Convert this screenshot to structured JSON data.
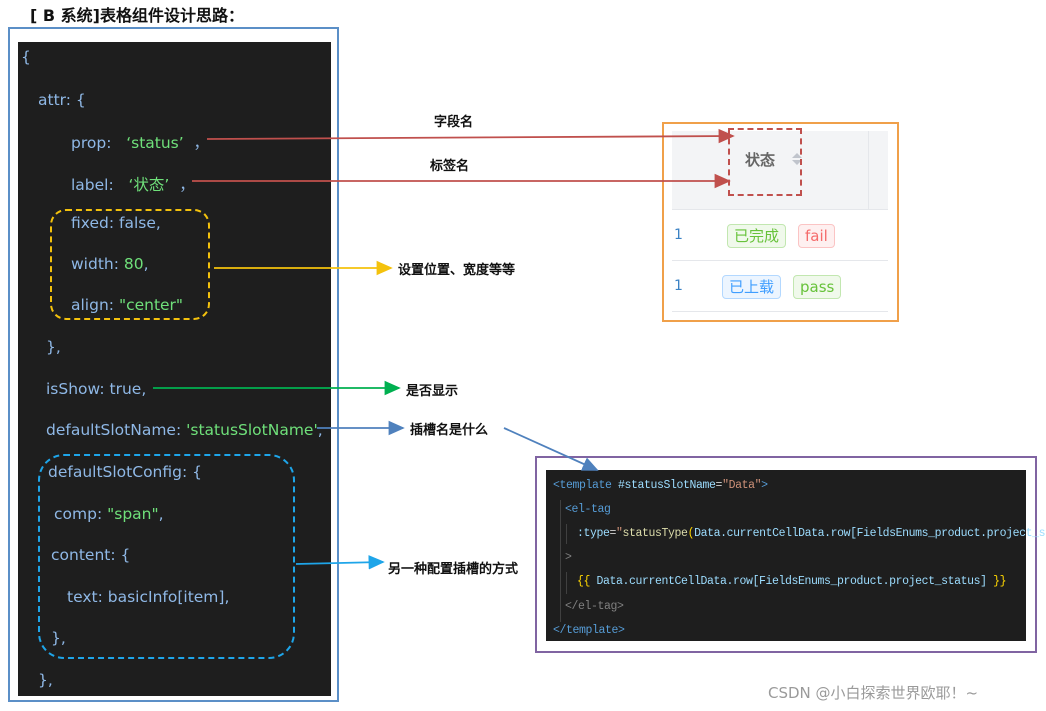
{
  "title": "[ B 系统]表格组件设计思路：",
  "code_lines": {
    "l1": "{",
    "l2": "attr: {",
    "l3_key": "prop:",
    "l3_val": "‘status’",
    "l3_end": "，",
    "l4_key": "label:",
    "l4_val": "‘状态’",
    "l4_end": "，",
    "l5_key": "fixed:",
    "l5_val": "false",
    "l5_end": ",",
    "l6_key": "width:",
    "l6_val": "80",
    "l6_end": ",",
    "l7_key": "align:",
    "l7_val": "\"center\"",
    "l8": "},",
    "l9_key": "isShow:",
    "l9_val": "true",
    "l9_end": ",",
    "l10_key": "defaultSlotName:",
    "l10_val": "'statusSlotName'",
    "l10_end": ",",
    "l11": "defaultSlotConfig: {",
    "l12_key": "comp:",
    "l12_val": "\"span\"",
    "l12_end": ",",
    "l13": "content: {",
    "l14_key": "text:",
    "l14_val": "basicInfo[item]",
    "l14_end": ",",
    "l15": "},",
    "l16": "},"
  },
  "annotations": {
    "field_name": "字段名",
    "label_name": "标签名",
    "position_width": "设置位置、宽度等等",
    "show": "是否显示",
    "slot_name": "插槽名是什么",
    "slot_config": "另一种配置插槽的方式"
  },
  "table_preview": {
    "header": "状态",
    "rows": [
      {
        "num": "1",
        "tags": [
          "已完成",
          "fail"
        ]
      },
      {
        "num": "1",
        "tags": [
          "已上载",
          "pass"
        ]
      }
    ]
  },
  "template_code": {
    "t1_open": "<template",
    "t1_attr": " #statusSlotName",
    "t1_eq": "=",
    "t1_str": "\"Data\"",
    "t1_close": ">",
    "t2": "<el-tag",
    "t3_attr": ":type",
    "t3_eq": "=",
    "t3_q1": "\"",
    "t3_fn": "statusType",
    "t3_p1": "(",
    "t3_arg": "Data.currentCellData.row[FieldsEnums_product.project_status]",
    "t3_p2": ")",
    "t3_q2": "\"",
    "t4": ">",
    "t5_open": "{{",
    "t5_expr": " Data.currentCellData.row[FieldsEnums_product.project_status] ",
    "t5_close": "}}",
    "t6": "</el-tag>",
    "t7": "</template>"
  },
  "watermark": "CSDN @小白探索世界欧耶！~",
  "colors": {
    "red_arrow": "#c0504d",
    "yellow": "#f4c20d",
    "green": "#00b050",
    "blue_arrow": "#4f81bd",
    "cyan": "#1ea5e9",
    "orange_frame": "#f0a04a",
    "purple_frame": "#8064a2"
  }
}
